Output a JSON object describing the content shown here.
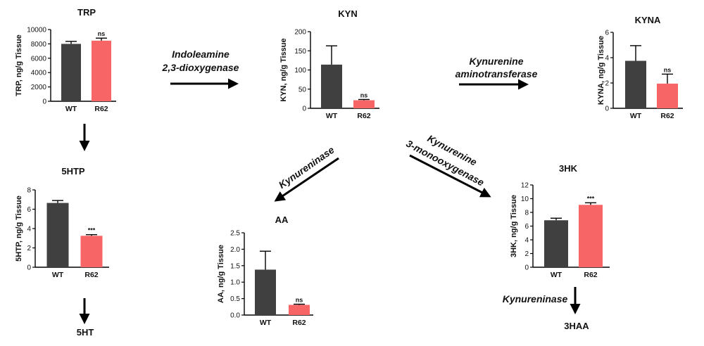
{
  "colors": {
    "WT": "#404040",
    "R62": "#f86566",
    "axis": "#000000"
  },
  "chart_data": [
    {
      "id": "trp",
      "type": "bar",
      "title": "TRP",
      "ylabel": "TRP, ng/g Tissue",
      "categories": [
        "WT",
        "R62"
      ],
      "values": [
        8000,
        8450
      ],
      "errors": [
        350,
        350
      ],
      "significance": [
        "",
        "ns"
      ],
      "ylim": [
        0,
        10000
      ],
      "yticks": [
        0,
        2000,
        4000,
        6000,
        8000,
        10000
      ],
      "ytick_labels": [
        "0",
        "2000",
        "4000",
        "6000",
        "8000",
        "10000"
      ]
    },
    {
      "id": "kyn",
      "type": "bar",
      "title": "KYN",
      "ylabel": "KYN, ng/g Tissue",
      "categories": [
        "WT",
        "R62"
      ],
      "values": [
        114,
        21
      ],
      "errors": [
        49,
        2
      ],
      "significance": [
        "",
        "ns"
      ],
      "ylim": [
        0,
        200
      ],
      "yticks": [
        0,
        50,
        100,
        150,
        200
      ],
      "ytick_labels": [
        "0",
        "50",
        "100",
        "150",
        "200"
      ]
    },
    {
      "id": "kyna",
      "type": "bar",
      "title": "KYNA",
      "ylabel": "KYNA, ng/g Tissue",
      "categories": [
        "WT",
        "R62"
      ],
      "values": [
        3.75,
        1.95
      ],
      "errors": [
        1.2,
        0.75
      ],
      "significance": [
        "",
        "ns"
      ],
      "ylim": [
        0,
        6
      ],
      "yticks": [
        0,
        2,
        4,
        6
      ],
      "ytick_labels": [
        "0",
        "2",
        "4",
        "6"
      ]
    },
    {
      "id": "5htp",
      "type": "bar",
      "title": "5HTP",
      "ylabel": "5HTP, ng/g Tissue",
      "categories": [
        "WT",
        "R62"
      ],
      "values": [
        6.65,
        3.25
      ],
      "errors": [
        0.25,
        0.12
      ],
      "significance": [
        "",
        "***"
      ],
      "ylim": [
        0,
        8
      ],
      "yticks": [
        0,
        2,
        4,
        6,
        8
      ],
      "ytick_labels": [
        "0",
        "2",
        "4",
        "6",
        "8"
      ]
    },
    {
      "id": "aa",
      "type": "bar",
      "title": "AA",
      "ylabel": "AA, ng/g Tissue",
      "categories": [
        "WT",
        "R62"
      ],
      "values": [
        1.38,
        0.31
      ],
      "errors": [
        0.56,
        0.02
      ],
      "significance": [
        "",
        "ns"
      ],
      "ylim": [
        0,
        2.5
      ],
      "yticks": [
        0,
        0.5,
        1.0,
        1.5,
        2.0,
        2.5
      ],
      "ytick_labels": [
        "0.0",
        "0.5",
        "1.0",
        "1.5",
        "2.0",
        "2.5"
      ]
    },
    {
      "id": "3hk",
      "type": "bar",
      "title": "3HK",
      "ylabel": "3HK, ng/g Tissue",
      "categories": [
        "WT",
        "R62"
      ],
      "values": [
        6.85,
        9.1
      ],
      "errors": [
        0.3,
        0.3
      ],
      "significance": [
        "",
        "***"
      ],
      "ylim": [
        0,
        12
      ],
      "yticks": [
        0,
        2,
        4,
        6,
        8,
        10,
        12
      ],
      "ytick_labels": [
        "0",
        "2",
        "4",
        "6",
        "8",
        "10",
        "12"
      ]
    }
  ],
  "pathway": {
    "ido_line1": "Indoleamine",
    "ido_line2": "2,3-dioxygenase",
    "kat_line1": "Kynurenine",
    "kat_line2": "aminotransferase",
    "kynu_aa": "Kynureninase",
    "kmo_line1": "Kynurenine",
    "kmo_line2": "3-monooxygenase",
    "kynu_3haa": "Kynureninase",
    "node_5ht": "5HT",
    "node_3haa": "3HAA"
  }
}
